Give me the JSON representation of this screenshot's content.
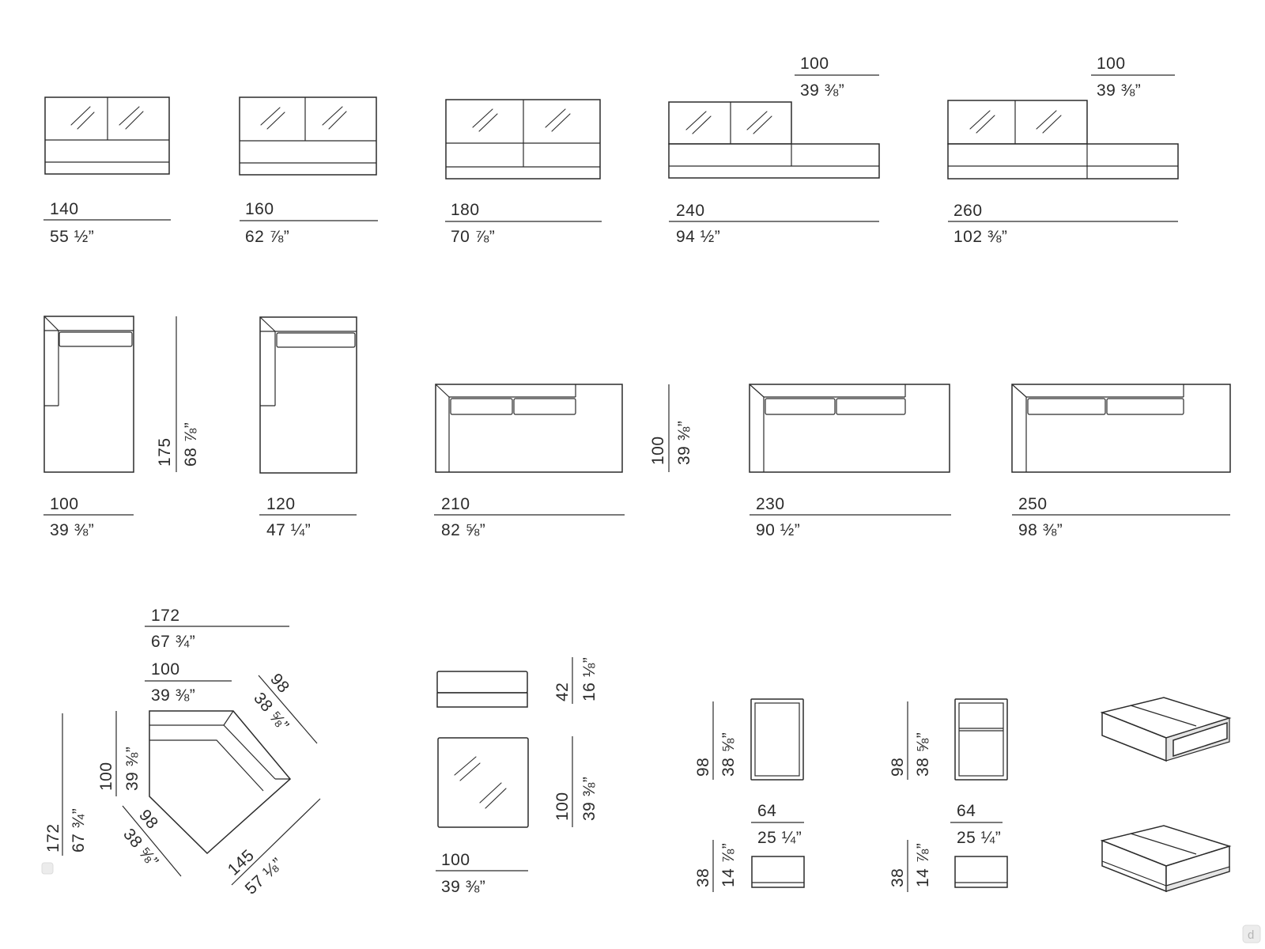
{
  "row1": [
    {
      "cm": "140",
      "in": "55 ½”"
    },
    {
      "cm": "160",
      "in": "62 ⅞”"
    },
    {
      "cm": "180",
      "in": "70 ⅞”"
    },
    {
      "cm": "240",
      "in": "94 ½”",
      "ext_cm": "100",
      "ext_in": "39 ⅜”"
    },
    {
      "cm": "260",
      "in": "102 ⅜”",
      "ext_cm": "100",
      "ext_in": "39 ⅜”"
    }
  ],
  "row2": {
    "chaise_depth_cm": "175",
    "chaise_depth_in": "68 ⅞”",
    "sofa_depth_cm": "100",
    "sofa_depth_in": "39 ⅜”",
    "widths": [
      {
        "cm": "100",
        "in": "39 ⅜”"
      },
      {
        "cm": "120",
        "in": "47 ¼”"
      },
      {
        "cm": "210",
        "in": "82 ⅝”"
      },
      {
        "cm": "230",
        "in": "90 ½”"
      },
      {
        "cm": "250",
        "in": "98 ⅜”"
      }
    ]
  },
  "corner": {
    "top_cm": "172",
    "top_in": "67 ¾”",
    "inner_cm": "100",
    "inner_in": "39 ⅜”",
    "diag_tr_cm": "98",
    "diag_tr_in": "38 ⅝”",
    "left_inner_cm": "100",
    "left_inner_in": "39 ⅜”",
    "left_cm": "172",
    "left_in": "67 ¾”",
    "diag_bl_cm": "98",
    "diag_bl_in": "38 ⅝”",
    "diag_br_cm": "145",
    "diag_br_in": "57 ⅛”"
  },
  "pouf": {
    "height_cm": "42",
    "height_in": "16 ⅛”",
    "depth_cm": "100",
    "depth_in": "39 ⅜”",
    "width_cm": "100",
    "width_in": "39 ⅜”"
  },
  "tables": [
    {
      "depth_cm": "98",
      "depth_in": "38 ⅝”",
      "width_cm": "64",
      "width_in": "25 ¼”",
      "height_cm": "38",
      "height_in": "14 ⅞”"
    },
    {
      "depth_cm": "98",
      "depth_in": "38 ⅝”",
      "width_cm": "64",
      "width_in": "25 ¼”",
      "height_cm": "38",
      "height_in": "14 ⅞”"
    }
  ],
  "watermark": "d",
  "colors": {
    "line": "#2b2b2b",
    "background": "#ffffff"
  }
}
